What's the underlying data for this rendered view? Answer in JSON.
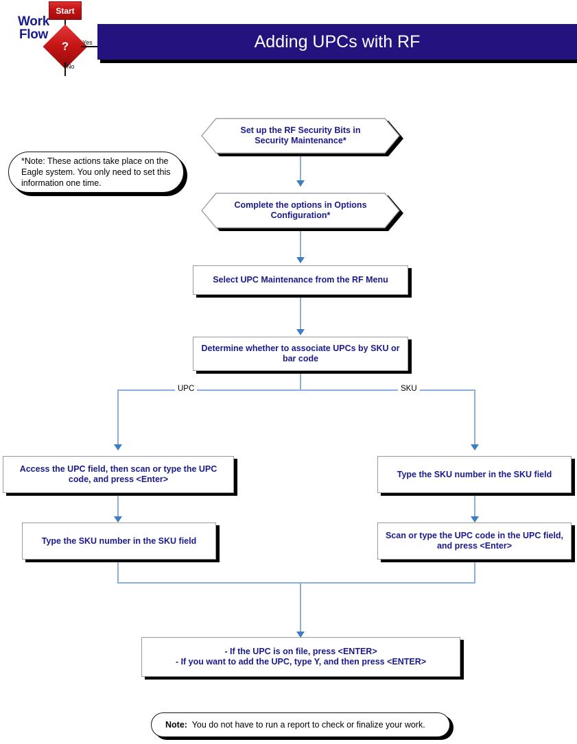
{
  "header": {
    "title": "Adding UPCs with RF",
    "bar_color": "#24127e"
  },
  "logo": {
    "word1": "Work",
    "word2": "Flow",
    "start_label": "Start",
    "decision_label": "?",
    "yes_label": "Yes",
    "no_label": "No",
    "start_color": "#c01212",
    "text_color": "#1a1a8c"
  },
  "nodes": {
    "hex1": "Set up the RF Security Bits in\nSecurity Maintenance*",
    "hex2": "Complete the options in Options\nConfiguration*",
    "proc_select_upc": "Select UPC Maintenance from the RF Menu",
    "proc_determine": "Determine whether to associate UPCs by SKU or\nbar code",
    "proc_left_1": "Access the UPC field, then scan or type the UPC\ncode, and press <Enter>",
    "proc_left_2": "Type the SKU number in the SKU field",
    "proc_right_1": "Type the SKU number in the SKU field",
    "proc_right_2": "Scan or type the UPC code in the UPC field,\nand press <Enter>",
    "proc_final": "- If the UPC is on file, press <ENTER>\n- If you want to add the UPC, type Y, and then press <ENTER>"
  },
  "branch_labels": {
    "left": "UPC",
    "right": "SKU"
  },
  "notes": {
    "side_note": "*Note: These actions take place on the\nEagle system. You only need to set this\ninformation one time.",
    "bottom_note_bold": "Note:",
    "bottom_note_rest": "You do not have to run a report to check or finalize your work."
  },
  "colors": {
    "node_text": "#1a1a8c",
    "connector": "#8aaedb",
    "arrow": "#3d7dc4",
    "shadow": "#000000",
    "box_border": "#9a9a9a"
  }
}
